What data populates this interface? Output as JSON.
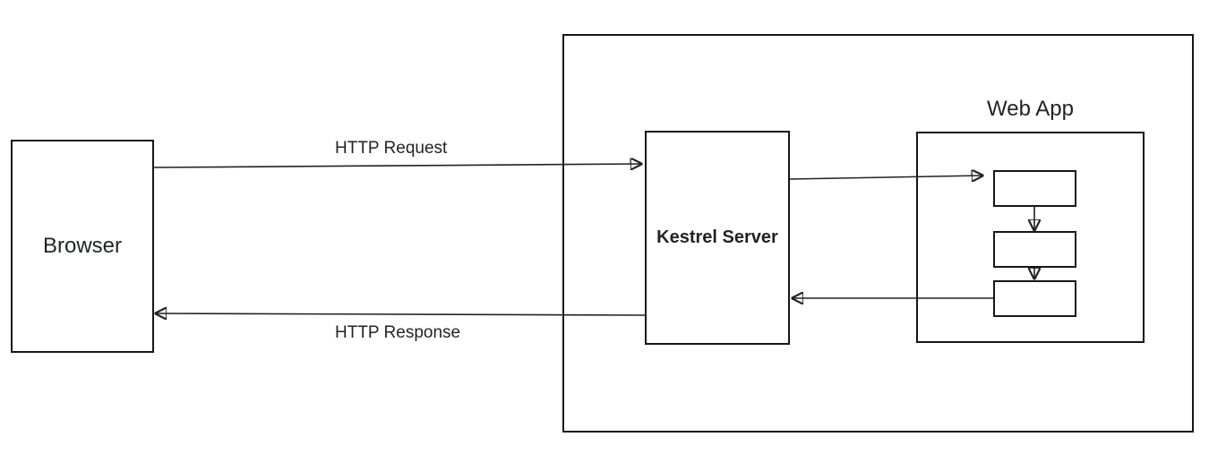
{
  "colors": {
    "line": "#222222",
    "text": "#1f2328",
    "bg": "#ffffff"
  },
  "labels": {
    "browser": "Browser",
    "kestrel": "Kestrel Server",
    "webapp": "Web App",
    "http_request": "HTTP Request",
    "http_response": "HTTP Response"
  },
  "diagram": {
    "type": "flow",
    "nodes": [
      {
        "id": "browser",
        "label": "Browser"
      },
      {
        "id": "server-boundary",
        "label": ""
      },
      {
        "id": "kestrel-server",
        "label": "Kestrel Server"
      },
      {
        "id": "web-app",
        "label": "Web App"
      },
      {
        "id": "middleware-1",
        "label": ""
      },
      {
        "id": "middleware-2",
        "label": ""
      },
      {
        "id": "middleware-3",
        "label": ""
      }
    ],
    "edges": [
      {
        "from": "browser",
        "to": "kestrel-server",
        "label": "HTTP Request"
      },
      {
        "from": "kestrel-server",
        "to": "browser",
        "label": "HTTP Response"
      },
      {
        "from": "kestrel-server",
        "to": "middleware-1",
        "label": ""
      },
      {
        "from": "middleware-1",
        "to": "middleware-2",
        "label": ""
      },
      {
        "from": "middleware-2",
        "to": "middleware-3",
        "label": ""
      },
      {
        "from": "middleware-3",
        "to": "kestrel-server",
        "label": ""
      }
    ]
  }
}
